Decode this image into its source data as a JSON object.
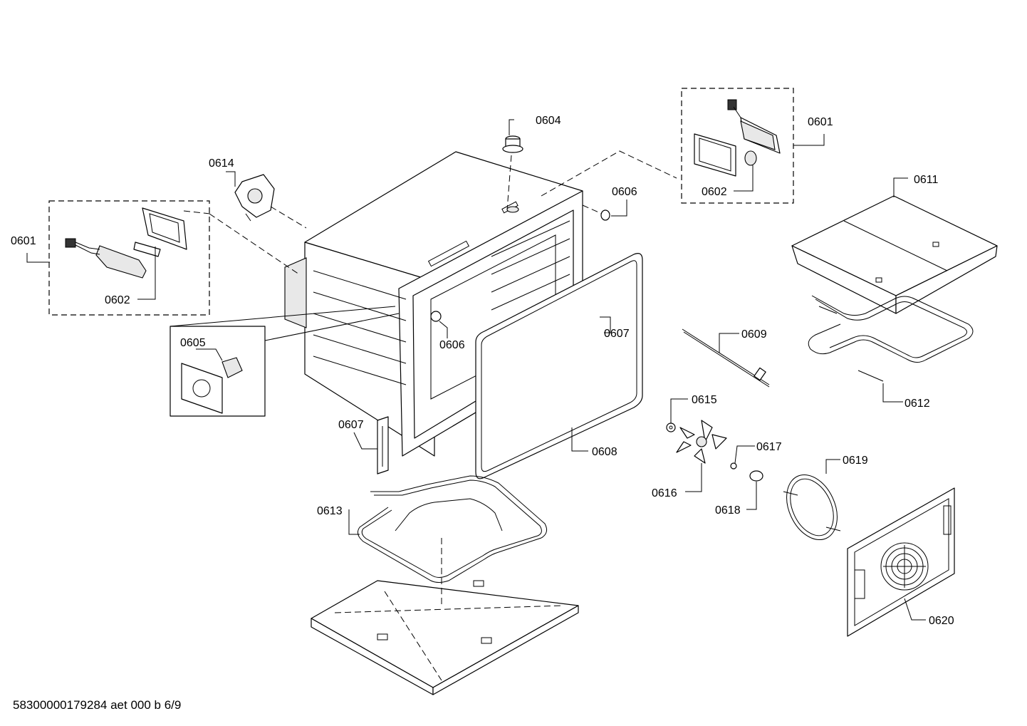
{
  "parts": {
    "p0601_left": "0601",
    "p0602_left": "0602",
    "p0601_right": "0601",
    "p0602_right": "0602",
    "p0604": "0604",
    "p0605": "0605",
    "p0606_top": "0606",
    "p0606_mid": "0606",
    "p0607_right": "0607",
    "p0607_left": "0607",
    "p0608": "0608",
    "p0609": "0609",
    "p0611": "0611",
    "p0612": "0612",
    "p0613": "0613",
    "p0614": "0614",
    "p0615": "0615",
    "p0616": "0616",
    "p0617": "0617",
    "p0618": "0618",
    "p0619": "0619",
    "p0620": "0620"
  },
  "footer": {
    "doc_code": "58300000179284 aet 000 b 6/9"
  }
}
